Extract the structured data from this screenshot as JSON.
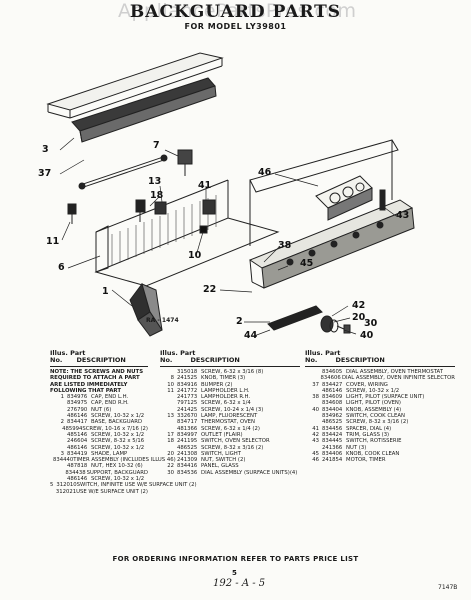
{
  "watermark": "AppliancePartsPros.com",
  "title": "BACKGUARD PARTS",
  "subtitle": "FOR MODEL LY39801",
  "callouts": [
    {
      "id": "c3",
      "text": "3"
    },
    {
      "id": "c37",
      "text": "37"
    },
    {
      "id": "c11",
      "text": "11"
    },
    {
      "id": "c6",
      "text": "6"
    },
    {
      "id": "c1",
      "text": "1"
    },
    {
      "id": "c7",
      "text": "7"
    },
    {
      "id": "c13",
      "text": "13"
    },
    {
      "id": "c18",
      "text": "18"
    },
    {
      "id": "c41",
      "text": "41"
    },
    {
      "id": "c10",
      "text": "10"
    },
    {
      "id": "c22",
      "text": "22"
    },
    {
      "id": "c46",
      "text": "46"
    },
    {
      "id": "c38",
      "text": "38"
    },
    {
      "id": "c45",
      "text": "45"
    },
    {
      "id": "c43",
      "text": "43"
    },
    {
      "id": "c42",
      "text": "42"
    },
    {
      "id": "c20",
      "text": "20"
    },
    {
      "id": "c30",
      "text": "30"
    },
    {
      "id": "c40",
      "text": "40"
    },
    {
      "id": "c2",
      "text": "2"
    },
    {
      "id": "c44",
      "text": "44"
    }
  ],
  "diagram_code": "RA - 1474",
  "columns": [
    {
      "illus": "Illus. Part",
      "no": "No.",
      "desc": "DESCRIPTION"
    },
    {
      "illus": "Illus. Part",
      "no": "No.",
      "desc": "DESCRIPTION"
    },
    {
      "illus": "Illus. Part",
      "no": "No.",
      "desc": "DESCRIPTION"
    }
  ],
  "note": "NOTE: THE SCREWS AND NUTS REQUIRED TO ATTACH A PART ARE LISTED IMMEDIATELY FOLLOWING THAT PART",
  "col1_rows": [
    {
      "illus": "1",
      "part": "834976",
      "desc": "CAP, END L.H."
    },
    {
      "illus": "",
      "part": "834975",
      "desc": "CAP, END R.H."
    },
    {
      "illus": "",
      "part": "276790",
      "desc": "NUT (6)"
    },
    {
      "illus": "",
      "part": "486146",
      "desc": "SCREW, 10-32 x 1/2"
    },
    {
      "illus": "2",
      "part": "834417",
      "desc": "BASE, BACKGUARD"
    },
    {
      "illus": "",
      "part": "485994",
      "desc": "SCREW, 10-16 x 7/16 (2)"
    },
    {
      "illus": "",
      "part": "485146",
      "desc": "SCREW, 10-32 x 1/2"
    },
    {
      "illus": "",
      "part": "246604",
      "desc": "SCREW, 8-32 x 5/16"
    },
    {
      "illus": "",
      "part": "486146",
      "desc": "SCREW, 10-32 x 1/2"
    },
    {
      "illus": "3",
      "part": "834419",
      "desc": "SHADE, LAMP"
    },
    {
      "illus": "",
      "part": "834440",
      "desc": "TIMER ASSEMBLY (INCLUDES ILLUS 46)"
    },
    {
      "illus": "",
      "part": "487818",
      "desc": "NUT, HEX 10-32 (6)"
    },
    {
      "illus": "",
      "part": "834438",
      "desc": "SUPPORT, BACKGUARD"
    },
    {
      "illus": "",
      "part": "486146",
      "desc": "SCREW, 10-32 x 1/2"
    },
    {
      "illus": "5",
      "part": "312010",
      "desc": "SWITCH, INFINITE USE W/E SURFACE UNIT (2)"
    },
    {
      "illus": "",
      "part": "312021",
      "desc": "USE W/E SURFACE UNIT (2)"
    }
  ],
  "col2_rows": [
    {
      "illus": "",
      "part": "315018",
      "desc": "SCREW, 6-32 x 3/16 (8)"
    },
    {
      "illus": "8",
      "part": "241525",
      "desc": "KNOB, TIMER (3)"
    },
    {
      "illus": "10",
      "part": "834916",
      "desc": "BUMPER (2)"
    },
    {
      "illus": "11",
      "part": "241772",
      "desc": "LAMPHOLDER L.H."
    },
    {
      "illus": "",
      "part": "241773",
      "desc": "LAMPHOLDER R.H."
    },
    {
      "illus": "",
      "part": "797125",
      "desc": "SCREW, 6-32 x 1/4"
    },
    {
      "illus": "",
      "part": "241425",
      "desc": "SCREW, 10-24 x 1/4 (3)"
    },
    {
      "illus": "13",
      "part": "332670",
      "desc": "LAMP, FLUORESCENT"
    },
    {
      "illus": "",
      "part": "834717",
      "desc": "THERMOSTAT, OVEN"
    },
    {
      "illus": "",
      "part": "481366",
      "desc": "SCREW, 6-32 x 1/4 (2)"
    },
    {
      "illus": "17",
      "part": "834997",
      "desc": "OUTLET (FLAIR)"
    },
    {
      "illus": "18",
      "part": "241195",
      "desc": "SWITCH, OVEN SELECTOR"
    },
    {
      "illus": "",
      "part": "486525",
      "desc": "SCREW, 8-32 x 3/16 (2)"
    },
    {
      "illus": "20",
      "part": "241308",
      "desc": "SWITCH, LIGHT"
    },
    {
      "illus": "",
      "part": "241309",
      "desc": "NUT, SWITCH (2)"
    },
    {
      "illus": "22",
      "part": "834416",
      "desc": "PANEL, GLASS"
    },
    {
      "illus": "30",
      "part": "834536",
      "desc": "DIAL ASSEMBLY (SURFACE UNITS)(4)"
    }
  ],
  "col3_rows": [
    {
      "illus": "",
      "part": "834605",
      "desc": "DIAL ASSEMBLY, OVEN THERMOSTAT"
    },
    {
      "illus": "",
      "part": "834606",
      "desc": "DIAL ASSEMBLY, OVEN INFINITE SELECTOR"
    },
    {
      "illus": "37",
      "part": "834427",
      "desc": "COVER, WIRING"
    },
    {
      "illus": "",
      "part": "486146",
      "desc": "SCREW, 10-32 x 1/2"
    },
    {
      "illus": "38",
      "part": "834609",
      "desc": "LIGHT, PILOT (SURFACE UNIT)"
    },
    {
      "illus": "",
      "part": "834608",
      "desc": "LIGHT, PILOT (OVEN)"
    },
    {
      "illus": "40",
      "part": "834404",
      "desc": "KNOB, ASSEMBLY (4)"
    },
    {
      "illus": "",
      "part": "834962",
      "desc": "SWITCH, COOK CLEAN"
    },
    {
      "illus": "",
      "part": "486525",
      "desc": "SCREW, 8-32 x 3/16 (2)"
    },
    {
      "illus": "41",
      "part": "834456",
      "desc": "SPACER, DIAL (4)"
    },
    {
      "illus": "42",
      "part": "834424",
      "desc": "TRIM, GLASS (3)"
    },
    {
      "illus": "43",
      "part": "834445",
      "desc": "SWITCH, ROTISSERIE"
    },
    {
      "illus": "",
      "part": "241366",
      "desc": "NUT (3)"
    },
    {
      "illus": "45",
      "part": "834406",
      "desc": "KNOB, COOK CLEAN"
    },
    {
      "illus": "46",
      "part": "241854",
      "desc": "MOTOR, TIMER"
    }
  ],
  "footer": "FOR ORDERING INFORMATION REFER TO PARTS PRICE LIST",
  "page_number": "5",
  "handwritten": "192 - A - 5",
  "doc_code": "7147B"
}
